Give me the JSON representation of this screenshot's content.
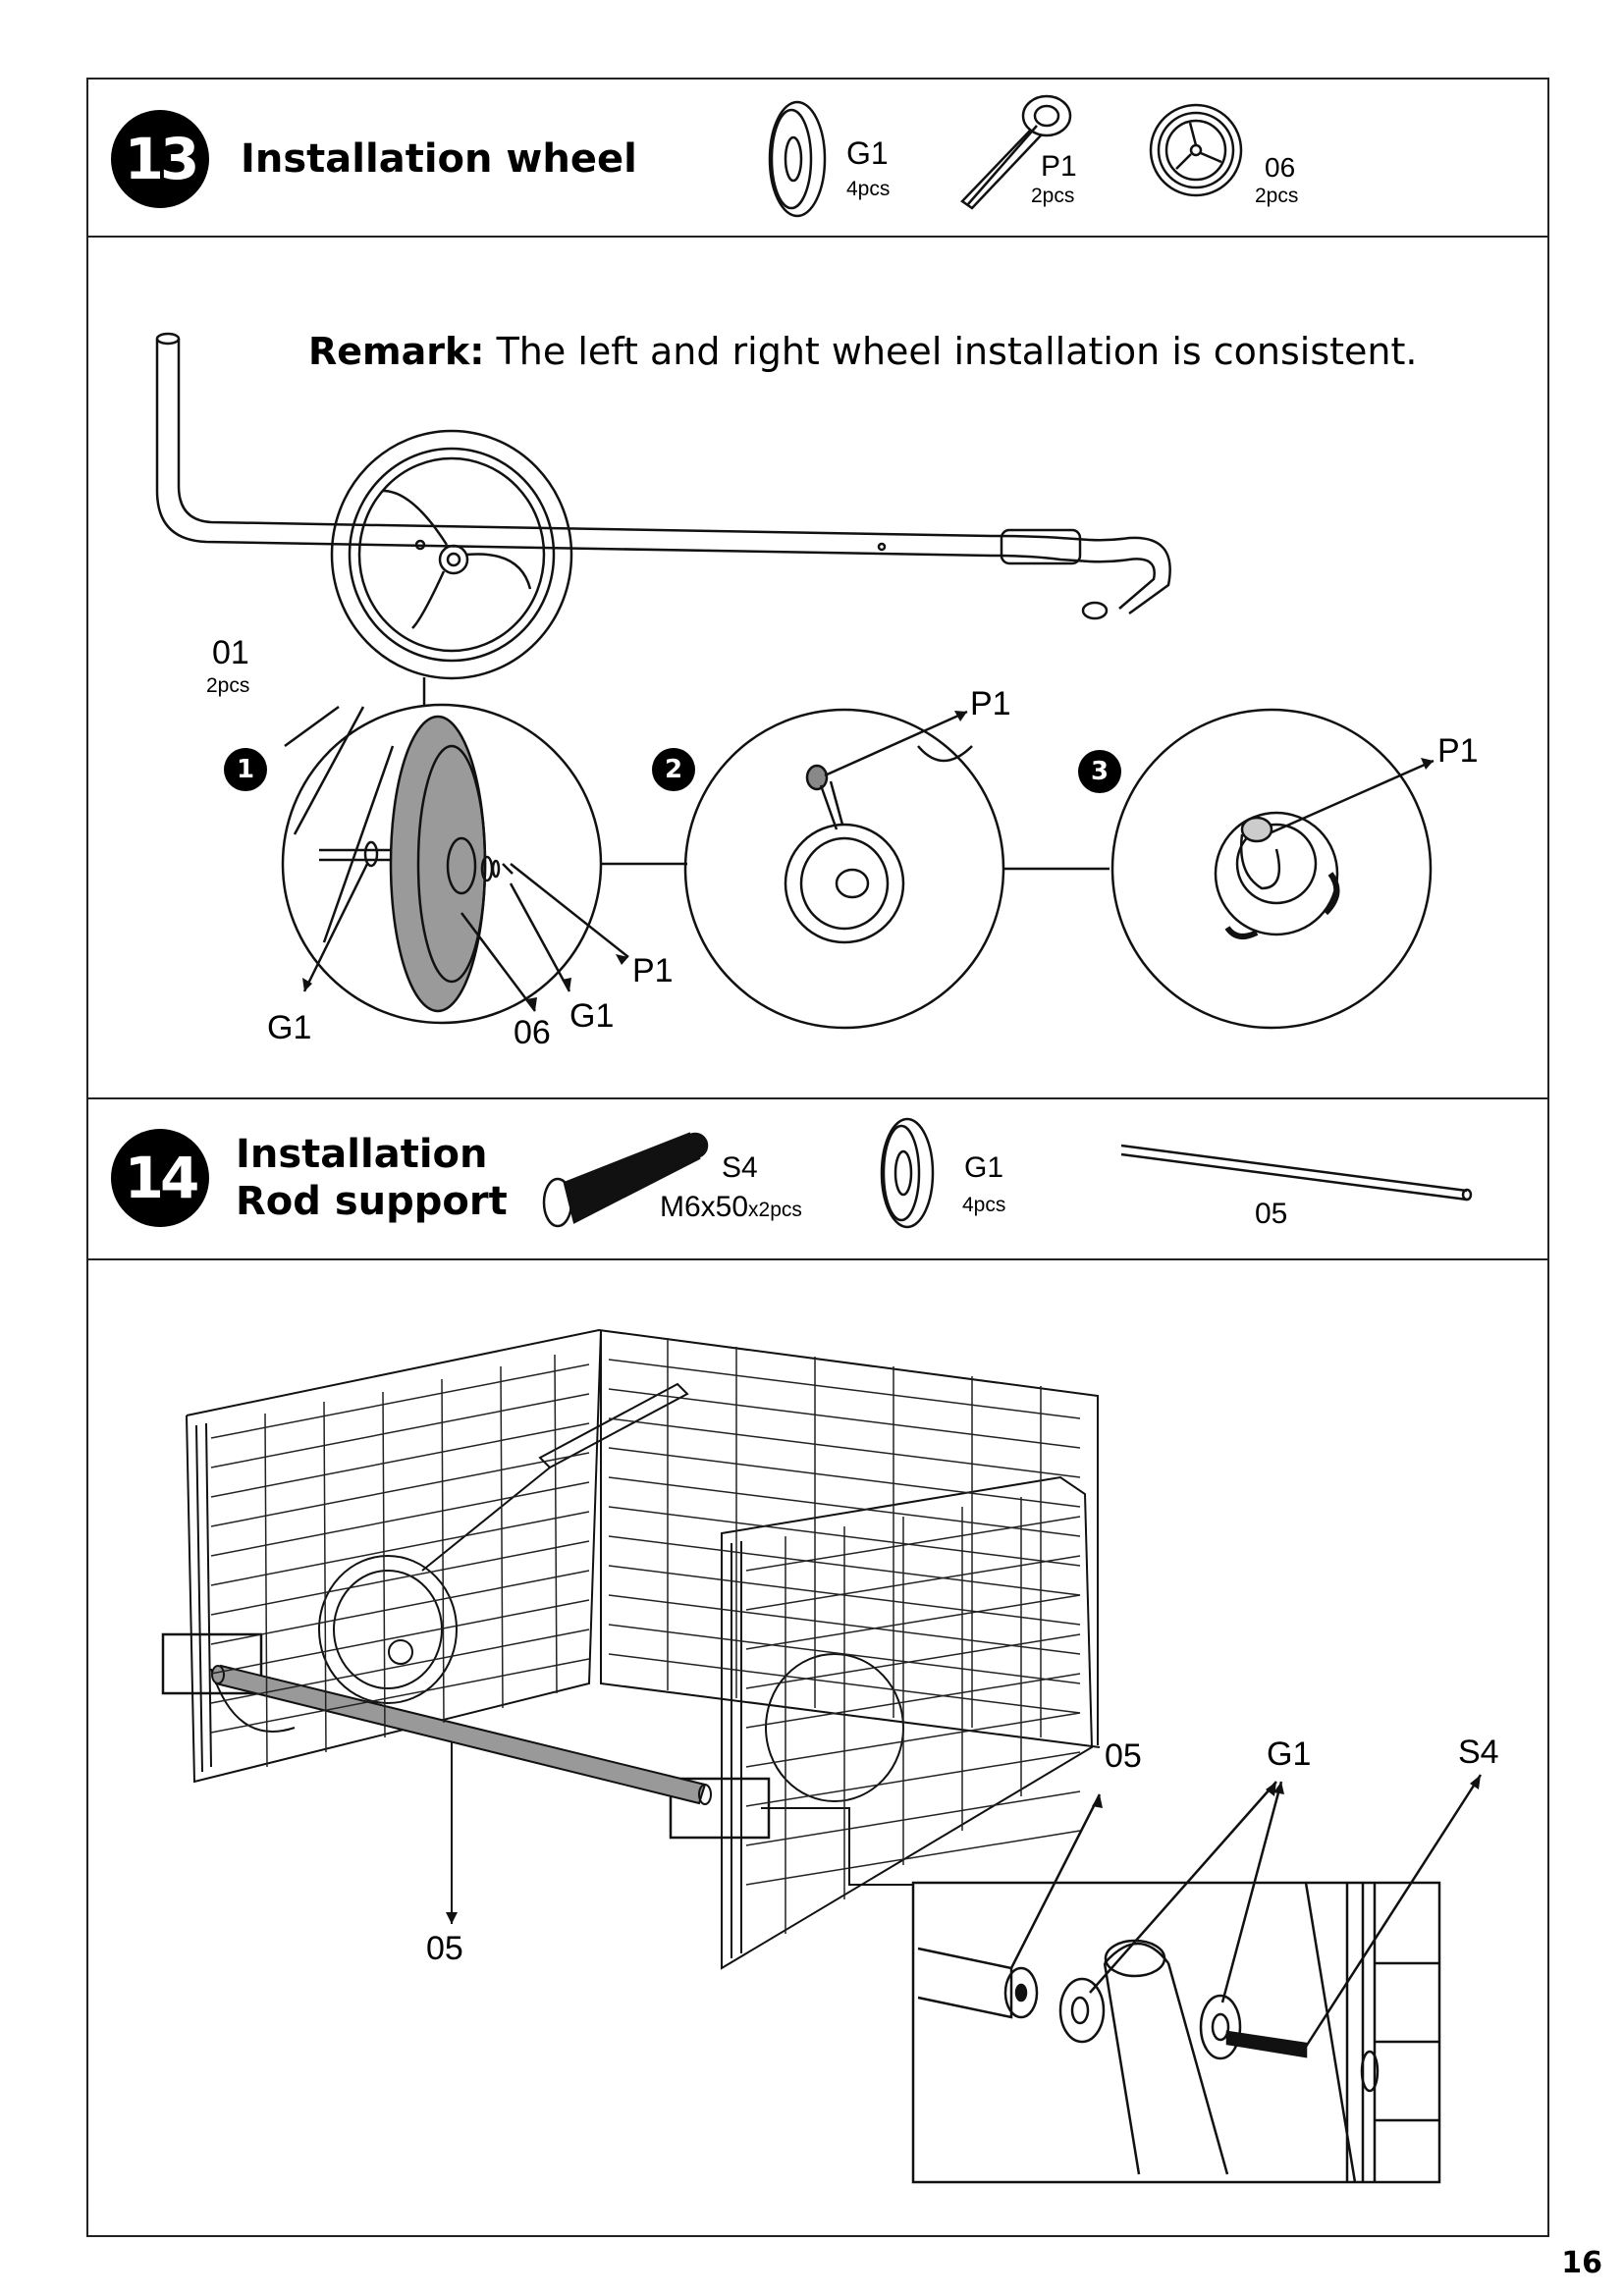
{
  "page_number": "16",
  "step13": {
    "number": "13",
    "title": "Installation wheel",
    "parts": [
      {
        "code": "G1",
        "qty": "4pcs"
      },
      {
        "code": "P1",
        "qty": "2pcs"
      },
      {
        "code": "06",
        "qty": "2pcs"
      }
    ],
    "remark_label": "Remark:",
    "remark_text": "The left and right wheel installation is consistent.",
    "frame_part": {
      "code": "01",
      "qty": "2pcs"
    },
    "substeps": [
      "1",
      "2",
      "3"
    ],
    "callouts": {
      "g1_left": "G1",
      "wheel": "06",
      "g1_right": "G1",
      "p1_detail1": "P1",
      "p1_detail2": "P1",
      "p1_detail3": "P1"
    }
  },
  "step14": {
    "number": "14",
    "title_line1": "Installation",
    "title_line2": "Rod support",
    "parts": [
      {
        "code": "S4",
        "size": "M6x50",
        "qty": "x2pcs"
      },
      {
        "code": "G1",
        "qty": "4pcs"
      },
      {
        "code": "05",
        "qty": ""
      }
    ],
    "callouts": {
      "rod_main": "05",
      "rod_detail": "05",
      "washer_detail": "G1",
      "screw_detail": "S4"
    }
  }
}
